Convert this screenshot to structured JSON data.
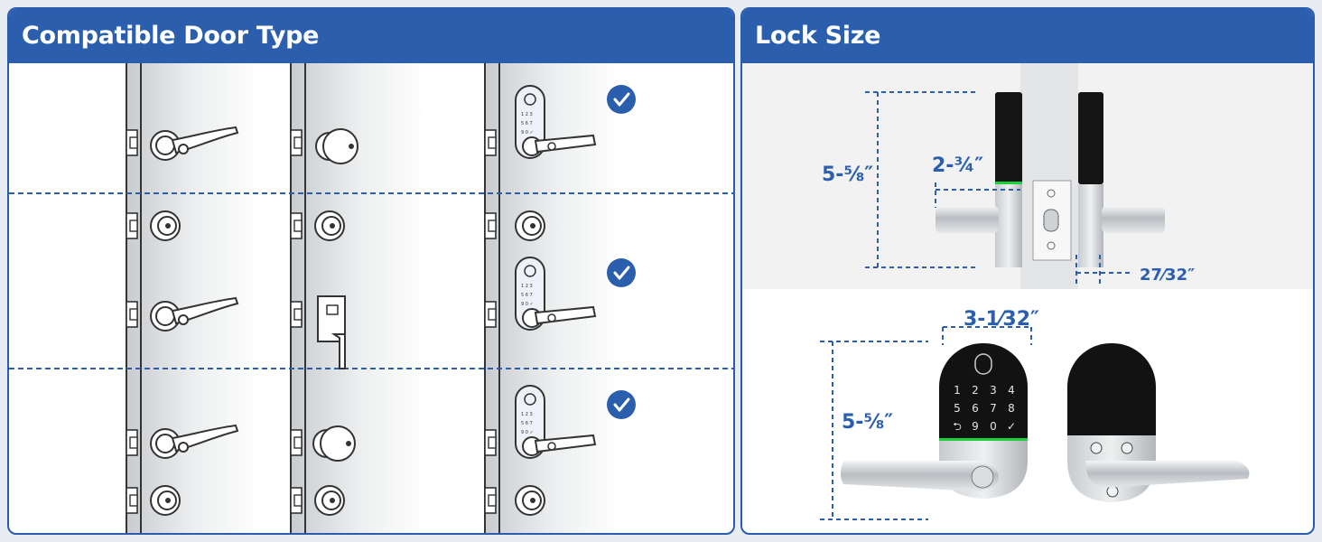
{
  "left_panel": {
    "title": "Compatible Door Type"
  },
  "right_panel": {
    "title": "Lock Size",
    "top_view": {
      "height": "5-⅝″",
      "depth": "2-¾″",
      "offset": "27⁄32″"
    },
    "front_view": {
      "width": "3-1⁄32″",
      "height": "5-⅝″"
    },
    "keypad_keys": [
      "1",
      "2",
      "3",
      "4",
      "5",
      "6",
      "7",
      "8",
      "⮌",
      "9",
      "0",
      "✓"
    ]
  },
  "colors": {
    "accent": "#2b5fae",
    "check": "#2b5fae",
    "glow": "#19d13a"
  }
}
